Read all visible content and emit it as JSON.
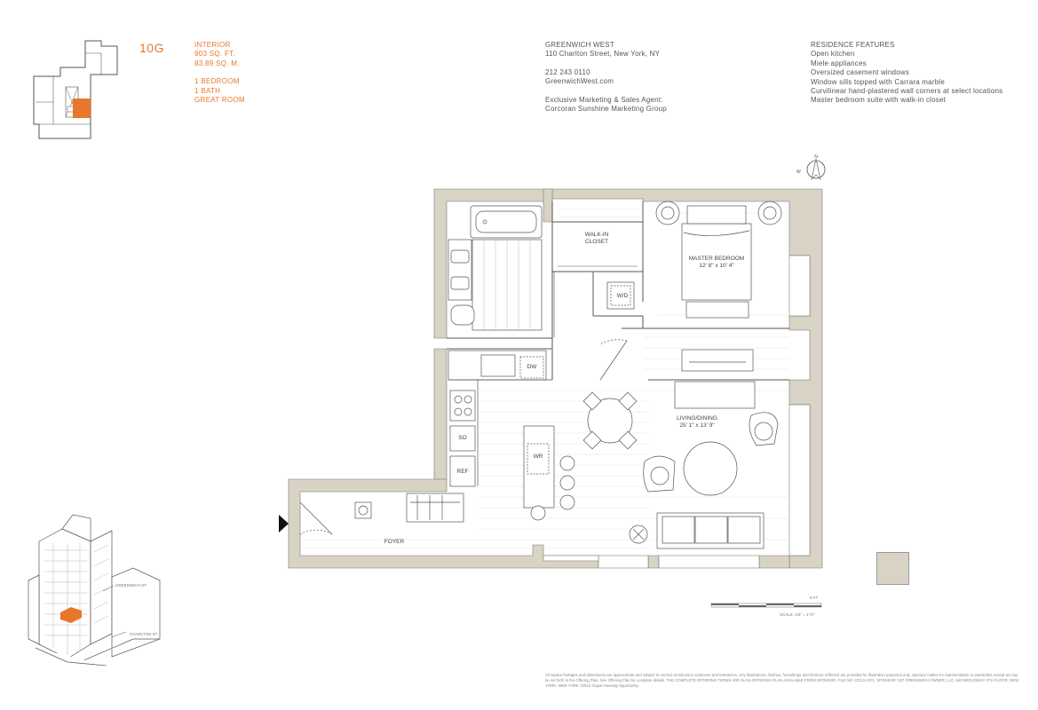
{
  "unit": {
    "label": "10G"
  },
  "interior": {
    "lines": [
      "INTERIOR",
      "903 SQ. FT.",
      "83.89 SQ. M."
    ]
  },
  "layout_summary": {
    "lines": [
      "1 BEDROOM",
      "1 BATH",
      "GREAT ROOM"
    ]
  },
  "building": {
    "name": "GREENWICH WEST",
    "address": "110 Charlton Street, New York, NY",
    "phone": "212 243 0110",
    "website": "GreenwichWest.com",
    "agent_label": "Exclusive Marketing & Sales Agent:",
    "agent_name": "Corcoran Sunshine Marketing Group"
  },
  "features": {
    "heading": "RESIDENCE FEATURES",
    "items": [
      "Open kitchen",
      "Miele appliances",
      "Oversized casement windows",
      "Window sills topped with Carrara marble",
      "Curvilinear hand-plastered wall corners at select locations",
      "Master bedroom suite with walk-in closet"
    ]
  },
  "rooms": {
    "walk_in_closet": [
      "WALK-IN",
      "CLOSET"
    ],
    "master_bedroom": {
      "name": "MASTER BEDROOM",
      "dims": "12' 8\" x 10' 4\""
    },
    "living_dining": {
      "name": "LIVING/DINING",
      "dims": "25' 1\" x 13' 9\""
    },
    "washer_dryer": "W/D",
    "dishwasher": "DW",
    "speed_oven": "SO",
    "refrigerator": "REF",
    "wine_refrigerator": "WR",
    "foyer": "FOYER"
  },
  "compass": {
    "north": "N",
    "west": "W"
  },
  "scale": {
    "ft_label": "8 FT",
    "scale_label": "SCALE: 1/4\" = 1'-0\""
  },
  "context_map": {
    "street_1": "GREENWICH ST",
    "street_2": "CHARLTON ST"
  },
  "colors": {
    "accent": "#e8762b",
    "wall": "#d8d3c4",
    "line": "#444444"
  },
  "disclaimer": "All square footages and dimensions are approximate and subject to normal construction variances and tolerances. Any illustrations, finishes, furnishings and furniture reflected are provided for illustrative purposes only. Sponsor makes no representation or warranties except as may be set forth in the Offering Plan. See Offering Plan for complete details. THE COMPLETE OFFERING TERMS ARE IN AN OFFERING PLAN AVAILABLE FROM SPONSOR. FILE NO. CD13-0371. SPONSOR: 537 GREENWICH OWNER, LLC, 640 BROADWAY 5TH FLOOR, NEW YORK, NEW YORK 10013. Equal Housing Opportunity."
}
